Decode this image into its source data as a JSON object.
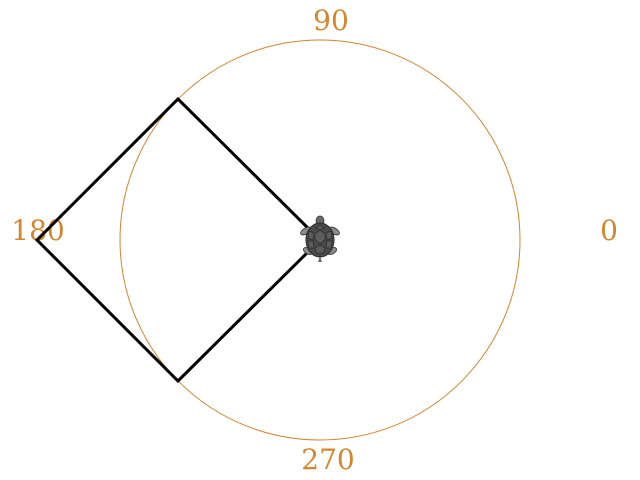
{
  "compass": {
    "color": "#d4862f",
    "labels": {
      "east": "0",
      "north": "90",
      "west": "180",
      "south": "270"
    }
  },
  "path": {
    "color": "#000000"
  },
  "turtle": {
    "icon": "turtle-icon",
    "heading_degrees": 90
  }
}
